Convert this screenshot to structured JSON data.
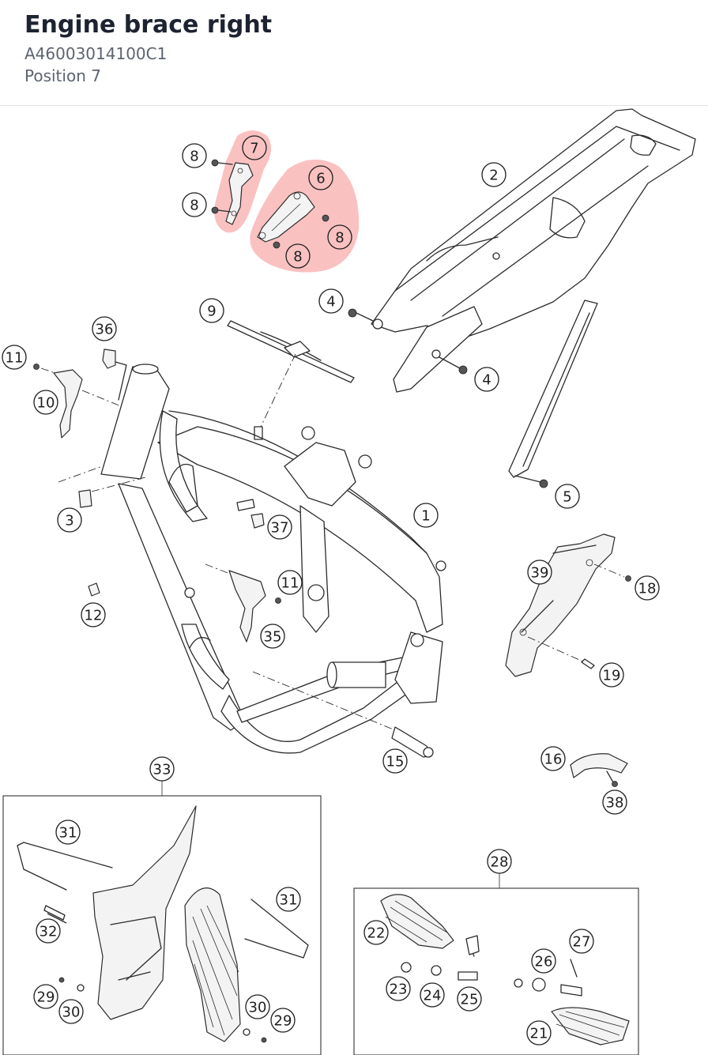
{
  "header": {
    "title": "Engine brace right",
    "part_number": "A46003014100C1",
    "position": "Position 7"
  },
  "callouts": [
    {
      "id": "c7a",
      "label": "7",
      "highlighted": true
    },
    {
      "id": "c6",
      "label": "6",
      "highlighted": true
    },
    {
      "id": "c8h1",
      "label": "8",
      "highlighted": true
    },
    {
      "id": "c8h2",
      "label": "8",
      "highlighted": true
    },
    {
      "id": "c8a",
      "label": "8",
      "highlighted": false
    },
    {
      "id": "c8b",
      "label": "8",
      "highlighted": false
    },
    {
      "id": "c2",
      "label": "2",
      "highlighted": false
    },
    {
      "id": "c4a",
      "label": "4",
      "highlighted": false
    },
    {
      "id": "c4b",
      "label": "4",
      "highlighted": false
    },
    {
      "id": "c5",
      "label": "5",
      "highlighted": false
    },
    {
      "id": "c9",
      "label": "9",
      "highlighted": false
    },
    {
      "id": "c36",
      "label": "36",
      "highlighted": false
    },
    {
      "id": "c11a",
      "label": "11",
      "highlighted": false
    },
    {
      "id": "c10",
      "label": "10",
      "highlighted": false
    },
    {
      "id": "c3",
      "label": "3",
      "highlighted": false
    },
    {
      "id": "c1",
      "label": "1",
      "highlighted": false
    },
    {
      "id": "c37",
      "label": "37",
      "highlighted": false
    },
    {
      "id": "c11b",
      "label": "11",
      "highlighted": false
    },
    {
      "id": "c12",
      "label": "12",
      "highlighted": false
    },
    {
      "id": "c35",
      "label": "35",
      "highlighted": false
    },
    {
      "id": "c39",
      "label": "39",
      "highlighted": false
    },
    {
      "id": "c18",
      "label": "18",
      "highlighted": false
    },
    {
      "id": "c19",
      "label": "19",
      "highlighted": false
    },
    {
      "id": "c15",
      "label": "15",
      "highlighted": false
    },
    {
      "id": "c16",
      "label": "16",
      "highlighted": false
    },
    {
      "id": "c38",
      "label": "38",
      "highlighted": false
    },
    {
      "id": "c33",
      "label": "33",
      "highlighted": false
    },
    {
      "id": "c31a",
      "label": "31",
      "highlighted": false
    },
    {
      "id": "c31b",
      "label": "31",
      "highlighted": false
    },
    {
      "id": "c32",
      "label": "32",
      "highlighted": false
    },
    {
      "id": "c29a",
      "label": "29",
      "highlighted": false
    },
    {
      "id": "c30a",
      "label": "30",
      "highlighted": false
    },
    {
      "id": "c30b",
      "label": "30",
      "highlighted": false
    },
    {
      "id": "c29b",
      "label": "29",
      "highlighted": false
    },
    {
      "id": "c28",
      "label": "28",
      "highlighted": false
    },
    {
      "id": "c22",
      "label": "22",
      "highlighted": false
    },
    {
      "id": "c27",
      "label": "27",
      "highlighted": false
    },
    {
      "id": "c26",
      "label": "26",
      "highlighted": false
    },
    {
      "id": "c23",
      "label": "23",
      "highlighted": false
    },
    {
      "id": "c24",
      "label": "24",
      "highlighted": false
    },
    {
      "id": "c25",
      "label": "25",
      "highlighted": false
    },
    {
      "id": "c21",
      "label": "21",
      "highlighted": false
    }
  ],
  "colors": {
    "highlight": "#f26b6b",
    "title": "#1d2330",
    "subtitle": "#5c6470"
  }
}
